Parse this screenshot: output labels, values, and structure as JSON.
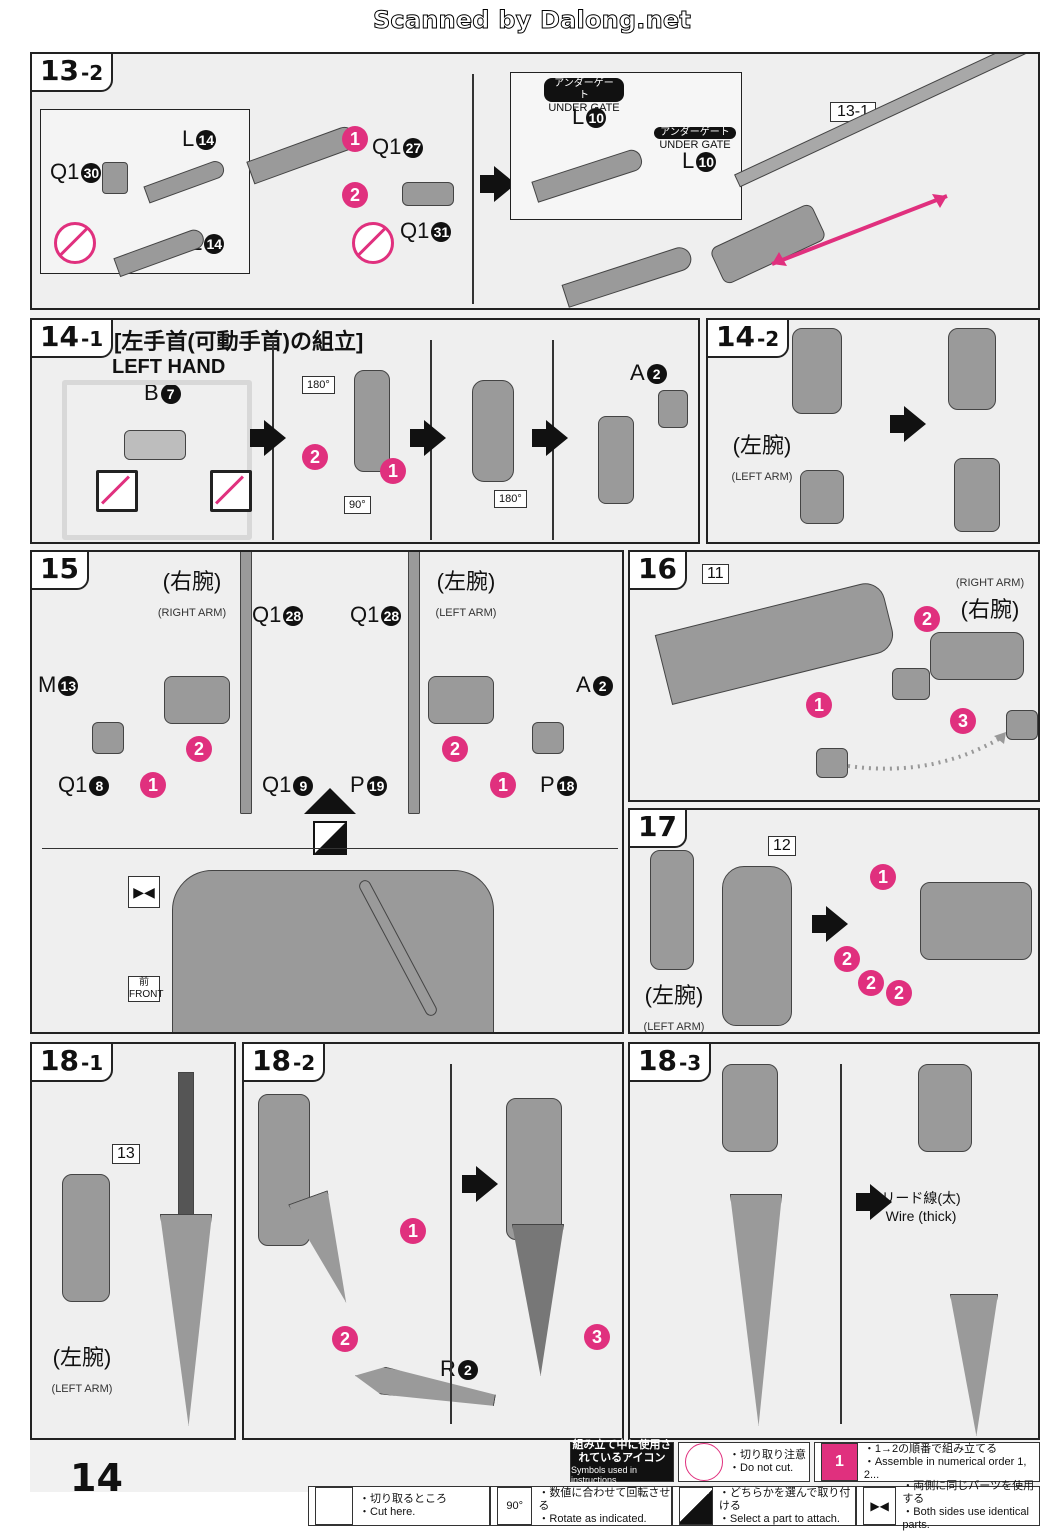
{
  "watermark": "Scanned by Dalong.net",
  "page_number": "14",
  "steps": {
    "s13_2": {
      "no": "13",
      "sub": "-2",
      "labels": {
        "q1_30": "Q1",
        "q1_30n": "30",
        "l14a": "L",
        "l14an": "14",
        "l14b": "L",
        "l14bn": "14",
        "q1_27": "Q1",
        "q1_27n": "27",
        "q1_31": "Q1",
        "q1_31n": "31",
        "ug1_jp": "アンダーゲート",
        "ug1_en": "UNDER GATE",
        "ug1_part": "L",
        "ug1_partn": "10",
        "ug2_jp": "アンダーゲート",
        "ug2_en": "UNDER GATE",
        "ug2_part": "L",
        "ug2_partn": "10",
        "ref": "13-1"
      }
    },
    "s14_1": {
      "no": "14",
      "sub": "-1",
      "title": "[左手首(可動手首)の組立]",
      "left_hand": "LEFT HAND",
      "b7": "B",
      "b7n": "7",
      "a2": "A",
      "a2n": "2",
      "rot180a": "180°",
      "rot90": "90°",
      "rot180b": "180°"
    },
    "s14_2": {
      "no": "14",
      "sub": "-2",
      "arm_jp": "(左腕)",
      "arm_en": "(LEFT ARM)"
    },
    "s15": {
      "no": "15",
      "right_jp": "(右腕)",
      "right_en": "(RIGHT ARM)",
      "left_jp": "(左腕)",
      "left_en": "(LEFT ARM)",
      "q1_28a": "Q1",
      "q1_28an": "28",
      "q1_28b": "Q1",
      "q1_28bn": "28",
      "m13": "M",
      "m13n": "13",
      "a2": "A",
      "a2n": "2",
      "q1_8": "Q1",
      "q1_8n": "8",
      "q1_9": "Q1",
      "q1_9n": "9",
      "p19": "P",
      "p19n": "19",
      "p18": "P",
      "p18n": "18",
      "front_jp": "前",
      "front_en": "FRONT"
    },
    "s16": {
      "no": "16",
      "ref": "11",
      "arm_en": "(RIGHT ARM)",
      "arm_jp": "(右腕)"
    },
    "s17": {
      "no": "17",
      "ref": "12",
      "arm_jp": "(左腕)",
      "arm_en": "(LEFT ARM)"
    },
    "s18_1": {
      "no": "18",
      "sub": "-1",
      "ref": "13",
      "arm_jp": "(左腕)",
      "arm_en": "(LEFT ARM)"
    },
    "s18_2": {
      "no": "18",
      "sub": "-2",
      "r2": "R",
      "r2n": "2"
    },
    "s18_3": {
      "no": "18",
      "sub": "-3",
      "wire_jp": "リード線(太)",
      "wire_en": "Wire (thick)"
    }
  },
  "legend": {
    "header_jp": "組み立て中に使用されているアイコン",
    "header_en": "Symbols used in instructions",
    "nocut_jp": "・切り取り注意",
    "nocut_en": "・Do not cut.",
    "order_jp": "・1→2の順番で組み立てる",
    "order_en": "・Assemble in numerical order 1, 2...",
    "cut_jp": "・切り取るところ",
    "cut_en": "・Cut here.",
    "rotate_jp": "・数値に合わせて回転させる",
    "rotate_en": "・Rotate as indicated.",
    "rotate_val": "90°",
    "select_jp": "・どちらかを選んで取り付ける",
    "select_en": "・Select a part to attach.",
    "both_jp": "・両側に同じパーツを使用する",
    "both_en": "・Both sides use identical parts."
  },
  "colors": {
    "accent": "#e0307e",
    "ink": "#111111",
    "panel": "#efefef"
  }
}
